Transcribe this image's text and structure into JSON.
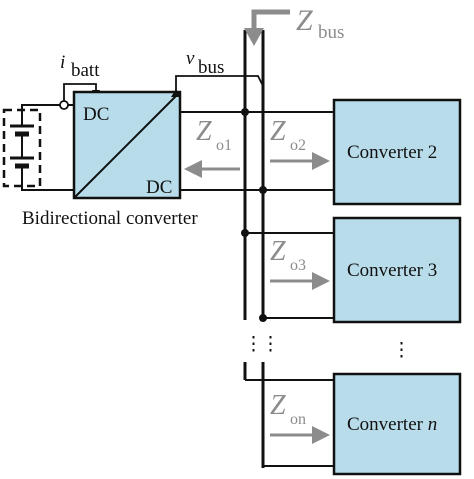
{
  "colors": {
    "box_fill": "#b8dcea",
    "line": "#111111",
    "arrow": "#8c8c8c"
  },
  "bidirectional": {
    "dc_top": "DC",
    "dc_bottom": "DC",
    "caption": "Bidirectional converter"
  },
  "labels": {
    "i_batt_symbol": "i",
    "i_batt_sub": "batt",
    "v_bus_symbol": "v",
    "v_bus_sub": "bus",
    "z_bus_symbol": "Z",
    "z_bus_sub": "bus",
    "z_o1_symbol": "Z",
    "z_o1_sub": "o1"
  },
  "converters": [
    {
      "label": "Converter 2",
      "z_symbol": "Z",
      "z_sub": "o2"
    },
    {
      "label": "Converter 3",
      "z_symbol": "Z",
      "z_sub": "o3"
    },
    {
      "label_prefix": "Converter ",
      "label_var": "n",
      "z_symbol": "Z",
      "z_sub": "on"
    }
  ],
  "ellipsis": {
    "bus_dots": "⋮",
    "converter_dots": "⋮"
  },
  "icons": {
    "battery": "battery-icon",
    "diagonal": "diagonal-split-icon"
  }
}
